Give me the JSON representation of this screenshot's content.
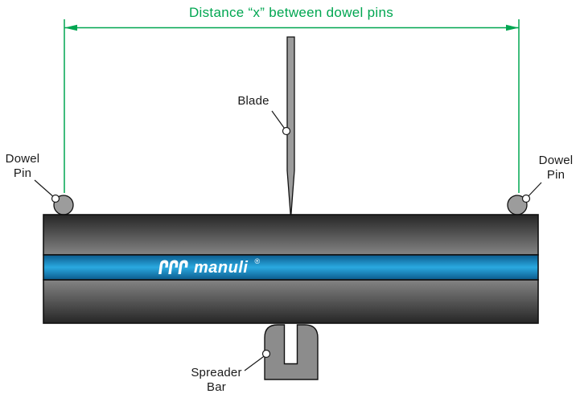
{
  "diagram": {
    "title": "Distance “x” between dowel pins",
    "labels": {
      "blade": "Blade",
      "dowel_pin_left": "Dowel\nPin",
      "dowel_pin_right": "Dowel\nPin",
      "spreader_bar": "Spreader\nBar"
    },
    "logo": {
      "text": "manuli",
      "registered": "®"
    },
    "colors": {
      "dimension_green": "#00a651",
      "label_black": "#1a1a1a",
      "outline_black": "#111111",
      "metal_gray": "#9c9c9c",
      "spreader_gray": "#8c8c8c",
      "hose_dark": "#262626",
      "hose_light": "#848484",
      "blue_dark": "#0b5a8c",
      "blue_bright": "#2aa9e0",
      "logo_white": "#ffffff"
    }
  }
}
